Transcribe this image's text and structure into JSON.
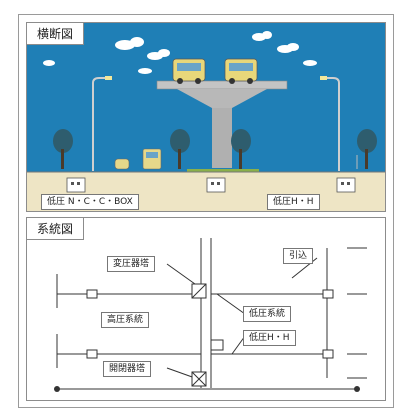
{
  "cross_section": {
    "title": "横断図",
    "box_label": "低圧 N・C・C・BOX",
    "hh_label": "低圧H・H"
  },
  "system": {
    "title": "系統図",
    "labels": {
      "transformer": "変圧器塔",
      "high_voltage": "高圧系統",
      "switchgear": "開閉器塔",
      "low_voltage": "低圧系統",
      "low_hh": "低圧H・H",
      "service": "引込"
    }
  },
  "colors": {
    "sky": "#1f7fb6",
    "ground": "#eee5c5",
    "pier": "#b8b8b8",
    "tree": "#2e5d6e"
  }
}
